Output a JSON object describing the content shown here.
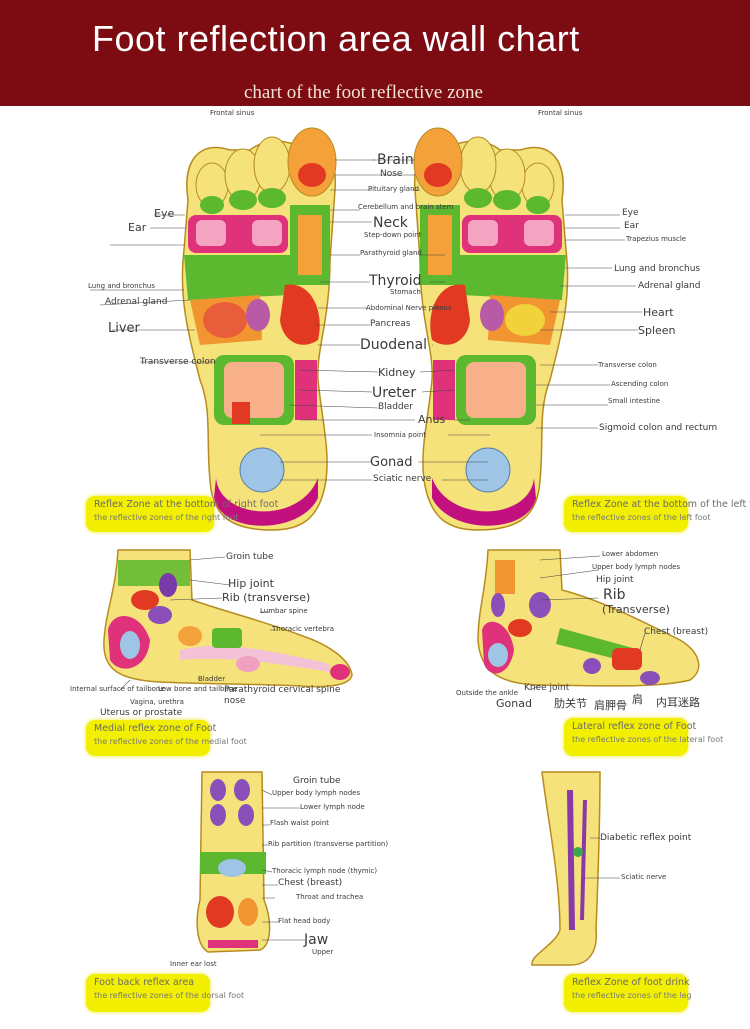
{
  "header": {
    "title": "Foot reflection area wall chart",
    "subtitle": "chart of the foot reflective zone"
  },
  "soles": {
    "right_side_labels": {
      "frontal_sinus": "Frontal sinus",
      "eye": "Eye",
      "ear": "Ear",
      "lung_bronchus": "Lung and bronchus",
      "adrenal": "Adrenal gland",
      "liver": "Liver",
      "transverse": "Transverse colon",
      "brain": "Brain",
      "nose": "Nose",
      "pituitary": "Pituitary gland",
      "cerebellum": "Cerebellum and brain stem",
      "neck": "Neck",
      "stepdown": "Step-down point",
      "parathyroid": "Parathyroid gland",
      "thyroid": "Thyroid",
      "stomach": "Stomach",
      "abdominal": "Abdominal Nerve plexus",
      "pancreas": "Pancreas",
      "duodenal": "Duodenal",
      "kidney": "Kidney",
      "ureter": "Ureter",
      "bladder": "Bladder",
      "anus": "Anus",
      "insomnia": "Insomnia point",
      "gonad": "Gonad",
      "sciatic": "Sciatic nerve"
    },
    "left_side_labels": {
      "frontal_sinus": "Frontal sinus",
      "eye": "Eye",
      "ear": "Ear",
      "trapezius": "Trapezius muscle",
      "lung": "Lung and bronchus",
      "adrenal": "Adrenal gland",
      "heart": "Heart",
      "spleen": "Spleen",
      "transverse": "Transverse colon",
      "ascending": "Ascending colon",
      "small_intestine": "Small intestine",
      "sigmoid": "Sigmoid colon and rectum"
    },
    "caption_right": {
      "line1": "Reflex Zone at the bottom of right foot",
      "line2": "the reflective zones of the right foot"
    },
    "caption_left": {
      "line1": "Reflex Zone at the bottom of the left foot",
      "line2": "the reflective zones of the left foot"
    }
  },
  "medial": {
    "labels": {
      "groin": "Groin tube",
      "hip": "Hip joint",
      "rib": "Rib (transverse)",
      "lumbar": "Lumbar spine",
      "thoracic": "Thoracic vertebra",
      "bladder": "Bladder",
      "internal": "Internal surface of tailbone",
      "vagina": "Vagina, urethra",
      "uterus": "Uterus or prostate",
      "lowbone": "Low bone and tailbone",
      "parathyroid": "Parathyroid cervical spine",
      "nose": "nose"
    },
    "caption": {
      "line1": "Medial reflex zone of Foot",
      "line2": "the reflective zones of the medial foot"
    }
  },
  "lateral": {
    "labels": {
      "lower_abdomen": "Lower abdomen",
      "upper_lymph": "Upper body lymph nodes",
      "hip": "Hip joint",
      "rib": "Rib",
      "transverse": "(Transverse)",
      "chest": "Chest (breast)",
      "outside": "Outside the ankle",
      "knee": "Knee joint",
      "gonad": "Gonad",
      "elbow": "肋关节",
      "scapula": "肩胛骨",
      "shoulder": "肩",
      "inner_ear": "内耳迷路"
    },
    "caption": {
      "line1": "Lateral reflex zone of Foot",
      "line2": "the reflective zones of the lateral foot"
    }
  },
  "dorsal": {
    "labels": {
      "groin": "Groin tube",
      "upper_lymph": "Upper body lymph nodes",
      "lower_lymph": "Lower lymph node",
      "flash_waist": "Flash waist point",
      "rib_partition": "Rib partition (transverse partition)",
      "thoracic_lymph": "Thoracic lymph node (thymic)",
      "chest": "Chest (breast)",
      "throat": "Throat and trachea",
      "flat_head": "Flat head body",
      "jaw": "Jaw",
      "upper": "Upper",
      "inner_ear": "Inner ear lost"
    },
    "caption": {
      "line1": "Foot back reflex area",
      "line2": "the reflective zones of the dorsal foot"
    }
  },
  "leg": {
    "labels": {
      "diabetic": "Diabetic reflex point",
      "sciatic": "Sciatic nerve"
    },
    "caption": {
      "line1": "Reflex Zone of foot drink",
      "line2": "the reflective zones of the leg"
    }
  },
  "colors": {
    "banner": "#7d0b12",
    "skin": "#f6e27a",
    "green": "#5cb82e",
    "pink": "#e0327a",
    "magenta": "#c2117e",
    "red": "#e23a22",
    "orange": "#f0952f",
    "purple": "#8a4fb8",
    "caption": "#f2ef00"
  }
}
